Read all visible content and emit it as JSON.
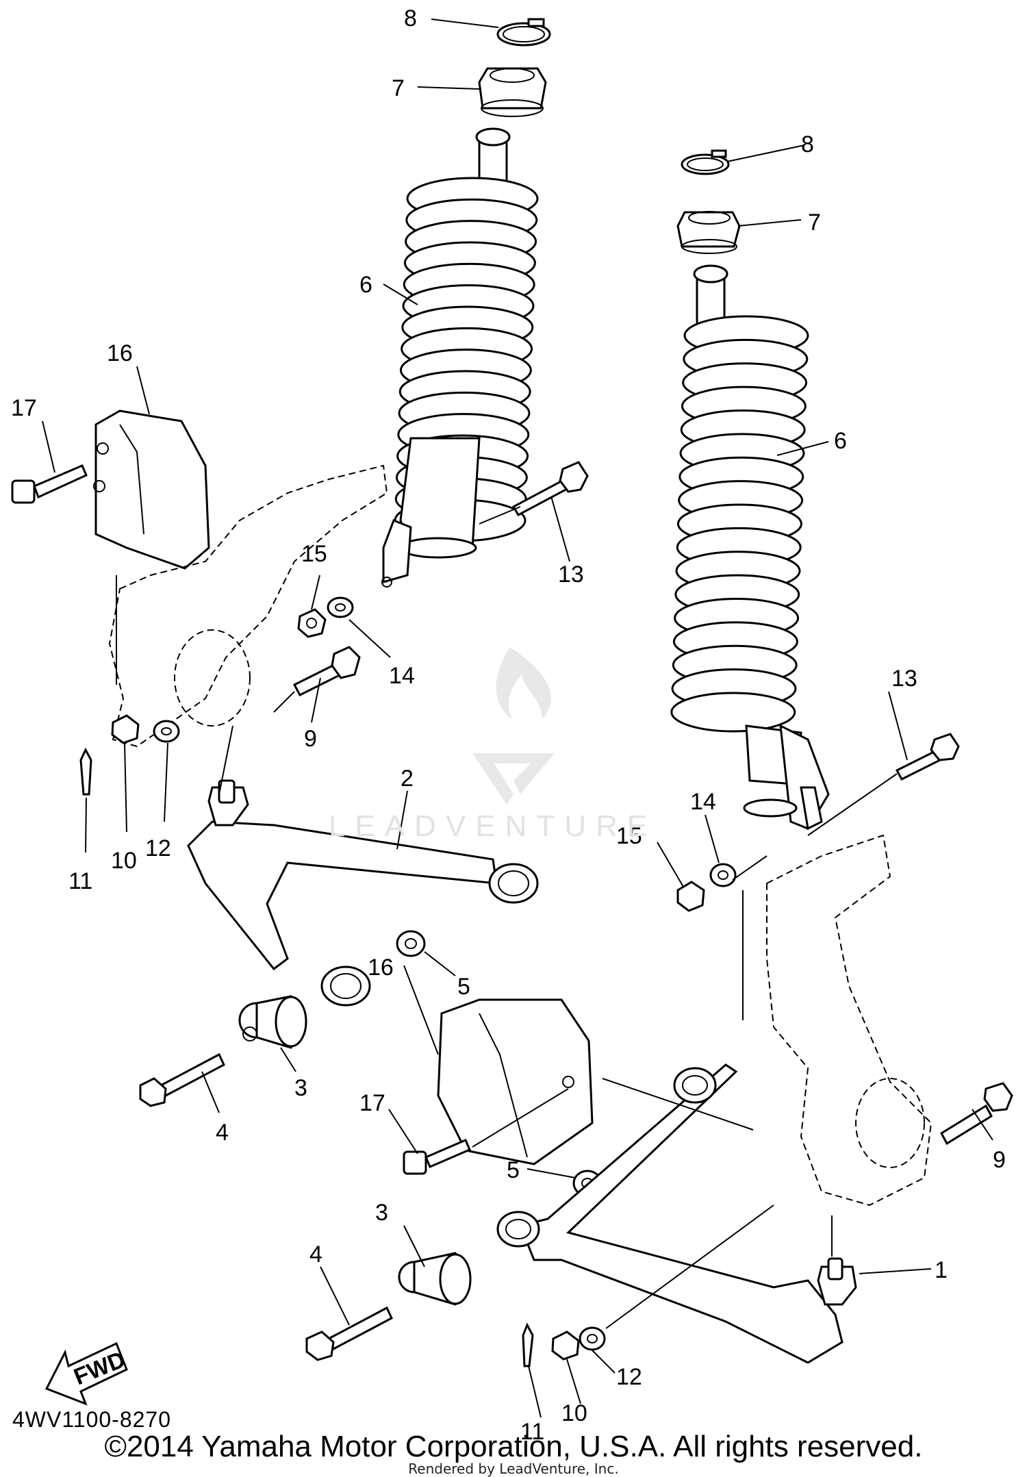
{
  "callouts": [
    {
      "id": "8",
      "label": "8"
    },
    {
      "id": "7",
      "label": "7"
    },
    {
      "id": "6",
      "label": "6"
    },
    {
      "id": "16",
      "label": "16"
    },
    {
      "id": "17",
      "label": "17"
    },
    {
      "id": "15",
      "label": "15"
    },
    {
      "id": "14",
      "label": "14"
    },
    {
      "id": "13",
      "label": "13"
    },
    {
      "id": "9",
      "label": "9"
    },
    {
      "id": "2",
      "label": "2"
    },
    {
      "id": "12",
      "label": "12"
    },
    {
      "id": "10",
      "label": "10"
    },
    {
      "id": "11",
      "label": "11"
    },
    {
      "id": "5",
      "label": "5"
    },
    {
      "id": "3",
      "label": "3"
    },
    {
      "id": "4",
      "label": "4"
    },
    {
      "id": "1",
      "label": "1"
    }
  ],
  "fwd_label": "FWD",
  "catalog_number": "4WV1100-8270",
  "copyright": "©2014 Yamaha Motor Corporation, U.S.A. All rights reserved.",
  "rendered_by": "Rendered by LeadVenture, Inc.",
  "watermark": "LEADVENTURE"
}
